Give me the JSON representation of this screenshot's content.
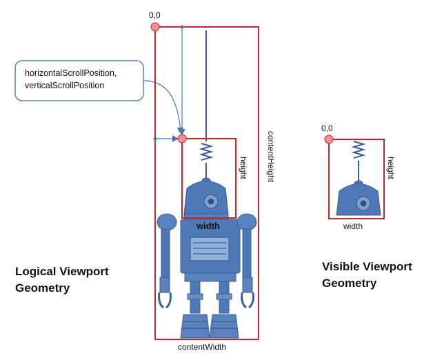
{
  "logical": {
    "origin_label": "0,0",
    "callout_line1": "horizontalScrollPosition,",
    "callout_line2": "verticalScrollPosition",
    "height_label": "height",
    "width_label": "width",
    "content_height_label": "contentHeight",
    "content_width_label": "contentWidth",
    "title_line1": "Logical Viewport",
    "title_line2": "Geometry"
  },
  "visible": {
    "origin_label": "0,0",
    "height_label": "height",
    "width_label": "width",
    "title_line1": "Visible Viewport",
    "title_line2": "Geometry"
  },
  "colors": {
    "frame_red": "#c3272b",
    "robot_blue": "#4a74b2",
    "arrow_blue": "#4a74b2",
    "dot_pink": "#ef8f93"
  },
  "icons": {
    "robot": "robot-illustration-icon",
    "robot_head": "robot-head-icon"
  }
}
